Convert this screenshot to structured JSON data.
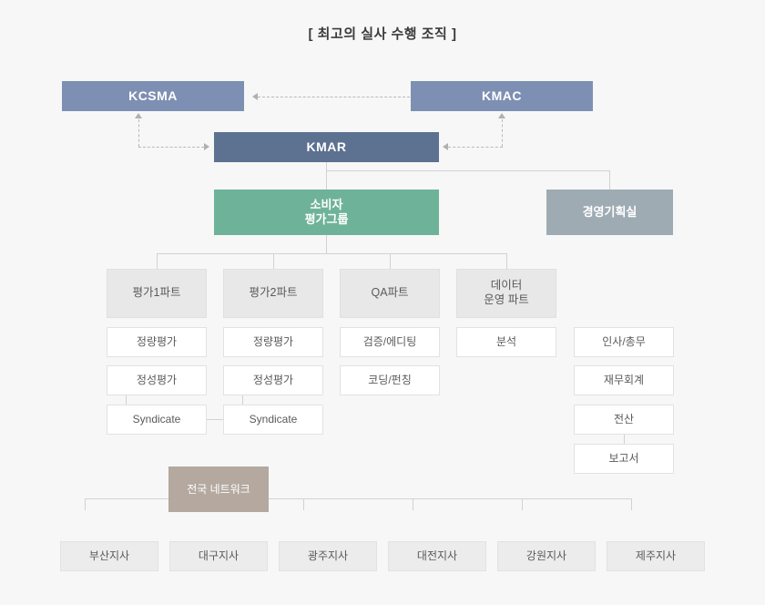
{
  "title": "[ 최고의 실사 수행 조직 ]",
  "colors": {
    "background": "#f7f7f7",
    "top_partner": "#7d90b3",
    "root": "#5d7191",
    "group": "#6eb399",
    "planning": "#9fabb3",
    "network": "#b4a89f",
    "part_box": "#e8e8e8",
    "leaf_box": "#ffffff",
    "line": "#d2d2d2",
    "dashed_line": "#b9b9b9"
  },
  "tier1": {
    "left": "KCSMA",
    "right": "KMAC"
  },
  "tier2": {
    "root": "KMAR"
  },
  "tier3": {
    "group": "소비자\n평가그룹",
    "planning": "경영기획실"
  },
  "parts": [
    {
      "label": "평가1파트"
    },
    {
      "label": "평가2파트"
    },
    {
      "label": "QA파트"
    },
    {
      "label": "데이터\n운영 파트"
    }
  ],
  "part_items": {
    "col1": [
      "정량평가",
      "정성평가",
      "Syndicate"
    ],
    "col2": [
      "정량평가",
      "정성평가",
      "Syndicate"
    ],
    "col3": [
      "검증/에디팅",
      "코딩/펀칭"
    ],
    "col4": [
      "분석"
    ]
  },
  "planning_items": [
    "인사/총무",
    "재무회계",
    "전산",
    "보고서"
  ],
  "network": {
    "label": "전국 네트워크",
    "branches": [
      "부산지사",
      "대구지사",
      "광주지사",
      "대전지사",
      "강원지사",
      "제주지사"
    ]
  }
}
